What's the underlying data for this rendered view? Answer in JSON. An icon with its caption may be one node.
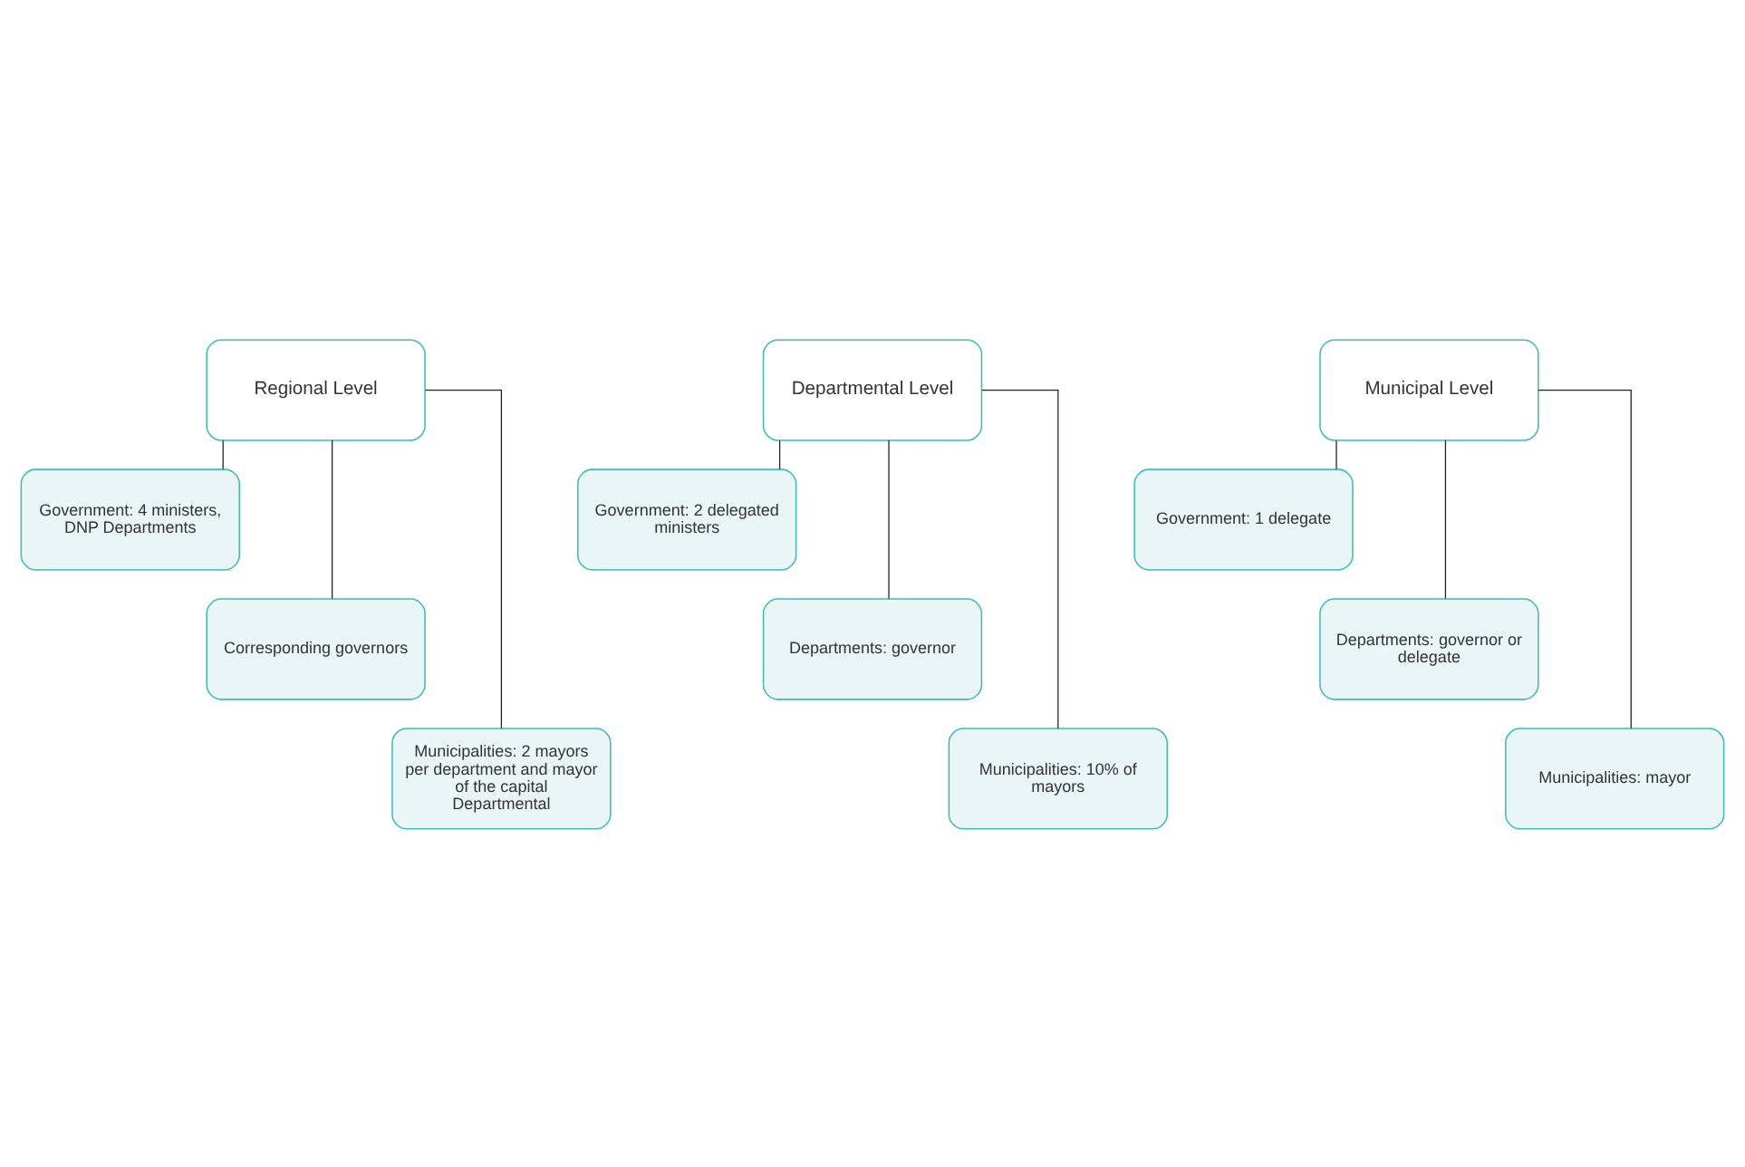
{
  "diagram": {
    "nodes": [
      {
        "text": [
          "Regional Level"
        ]
      },
      {
        "text": [
          "Government: 4 ministers, DNP Departments"
        ]
      },
      {
        "text": [
          "Corresponding governors"
        ]
      },
      {
        "text": [
          "Municipalities: 2 mayors per department and mayor of the capital Departmental"
        ]
      },
      {
        "text": [
          "Departmental Level"
        ]
      },
      {
        "text": [
          "Government: 2 delegated ministers"
        ]
      },
      {
        "text": [
          "Departments: governor"
        ]
      },
      {
        "text": [
          "Municipalities: 10% of mayors"
        ]
      },
      {
        "text": [
          "Municipal Level"
        ]
      },
      {
        "text": [
          "Government: 1 delegate"
        ]
      },
      {
        "text": [
          "Departments: governor or delegate"
        ]
      },
      {
        "text": [
          "Municipalities: mayor"
        ]
      }
    ],
    "edges": [
      {
        "from": 0,
        "to": 1,
        "arrow": "none"
      },
      {
        "from": 0,
        "to": 2,
        "arrow": "none"
      },
      {
        "from": 0,
        "to": 3,
        "arrow": "none"
      },
      {
        "from": 4,
        "to": 5,
        "arrow": "none"
      },
      {
        "from": 4,
        "to": 6,
        "arrow": "none"
      },
      {
        "from": 4,
        "to": 7,
        "arrow": "none"
      },
      {
        "from": 8,
        "to": 9,
        "arrow": "none"
      },
      {
        "from": 8,
        "to": 10,
        "arrow": "none"
      },
      {
        "from": 8,
        "to": 11,
        "arrow": "none"
      }
    ]
  }
}
